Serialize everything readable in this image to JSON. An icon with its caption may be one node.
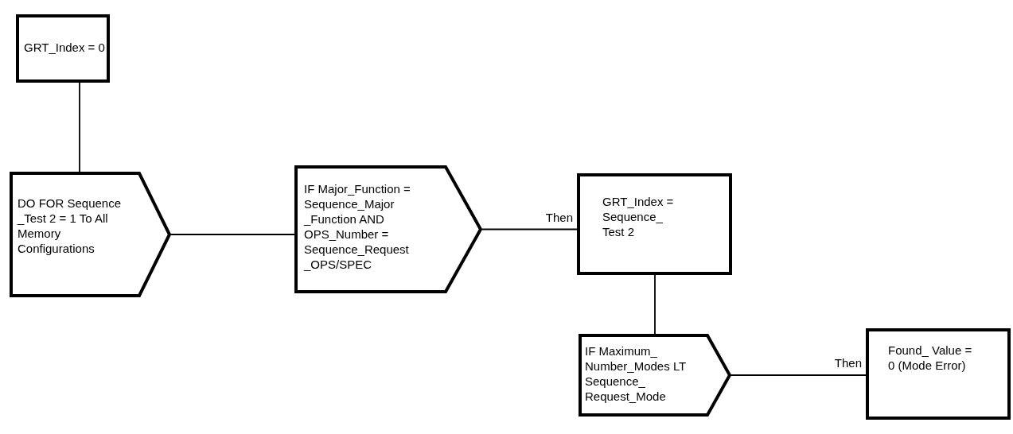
{
  "diagram": {
    "nodes": [
      {
        "text": [
          "GRT_Index = 0"
        ]
      },
      {
        "text": [
          "DO FOR Sequence _Test 2 = 1 To All Memory Configurations"
        ]
      },
      {
        "text": [
          "IF Major_Function = Sequence_Major _Function AND OPS_Number = Sequence_Request _OPS/SPEC"
        ]
      },
      {
        "text": [
          "GRT_Index = Sequence_ Test 2"
        ]
      },
      {
        "text": [
          "IF Maximum_ Number_Modes LT Sequence_ Request_Mode"
        ]
      },
      {
        "text": [
          "Found_ Value = 0 (Mode Error)"
        ]
      }
    ],
    "edges": [
      {
        "from": 0,
        "to": 1,
        "arrow": "none"
      },
      {
        "from": 1,
        "to": 2,
        "arrow": "none"
      },
      {
        "from": 2,
        "to": 3,
        "arrow": "none",
        "label": "Then"
      },
      {
        "from": 3,
        "to": 4,
        "arrow": "none"
      },
      {
        "from": 4,
        "to": 5,
        "arrow": "none",
        "label": "Then"
      }
    ]
  }
}
